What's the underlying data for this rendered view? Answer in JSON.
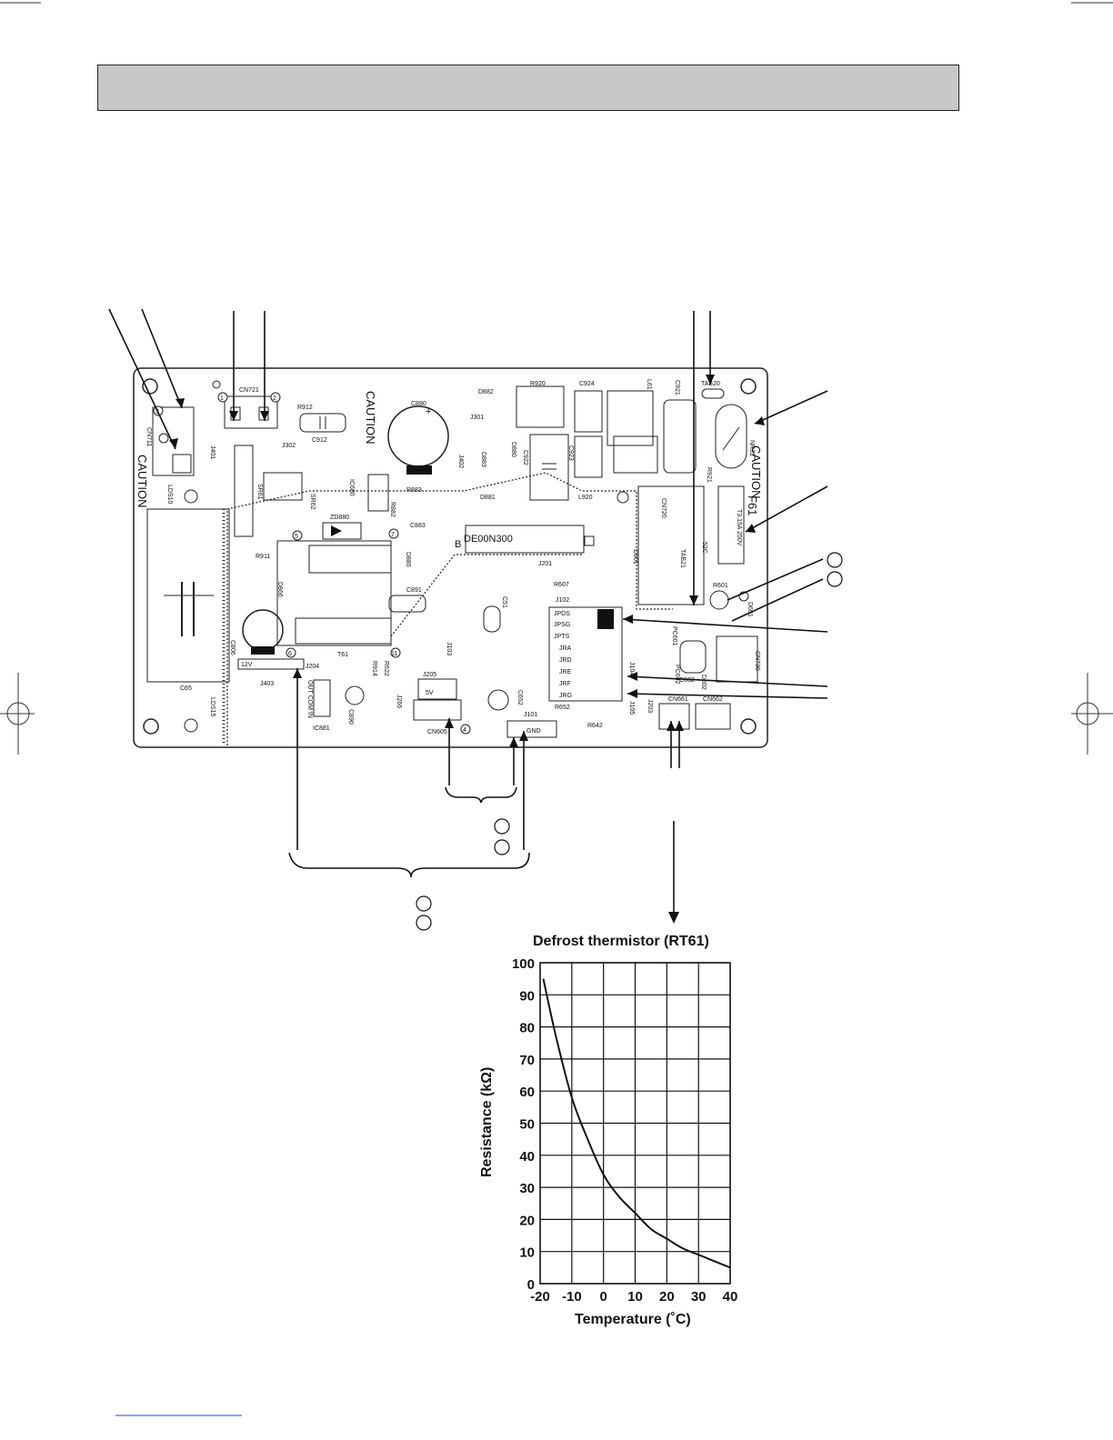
{
  "board": {
    "part_number": "DE00N300",
    "caution_texts": [
      "CAUTION",
      "CAUTION",
      "CAUTION"
    ],
    "fuse_text": "F61",
    "fuse_rating": "T3.15A 250V",
    "jumper_labels": [
      "JPDS",
      "JPSG",
      "JPTS",
      "JRA",
      "JRD",
      "JRE",
      "JRF",
      "JRG"
    ],
    "pin_12v": "12V",
    "pin_5v": "5V",
    "pin_gnd": "GND",
    "labels": {
      "cn721": "CN721",
      "r912": "R912",
      "c912": "C912",
      "cn711": "CN711",
      "j401": "J401",
      "lds10": "LDS10",
      "j302": "J302",
      "sr61": "SR61",
      "sr62": "SR62",
      "ic680": "IC680",
      "c880": "C880",
      "r883": "R883",
      "r882": "R882",
      "c883": "C883",
      "zd880": "ZD880",
      "d885": "D885",
      "d866": "D866",
      "r911": "R911",
      "c891": "C891",
      "t61": "T61",
      "c806": "C806",
      "j204": "J204",
      "j403": "J403",
      "c65": "C65",
      "lds15": "LDS15",
      "out_com_in": "OUT COM IN",
      "ic881": "IC881",
      "c890": "C890",
      "r914": "R914",
      "r622": "R622",
      "j266": "J266",
      "j205": "J205",
      "cn605": "CN605",
      "j103": "J103",
      "c652": "C652",
      "j101": "J101",
      "c51": "C51",
      "d882": "D882",
      "j301": "J301",
      "j402": "J402",
      "d883": "D883",
      "d880": "D880",
      "d881": "D881",
      "r920": "R920",
      "c922": "C922",
      "c924": "C924",
      "c923": "C923",
      "l61": "L61",
      "c921": "C921",
      "l920": "L920",
      "b": "B",
      "j201": "J201",
      "cn720": "CN720",
      "d901": "D901",
      "tab21": "TAB21",
      "52c": "52C",
      "tab20": "TAB20",
      "nr61": "NR61",
      "r921": "R921",
      "r607": "R607",
      "j102": "J102",
      "r601": "R601",
      "d601": "D601",
      "pc601": "PC601",
      "c602": "C602",
      "cn730": "CN730",
      "j104": "J104",
      "j105": "J105",
      "pc602": "PC602",
      "d602": "D602",
      "j203": "J203",
      "r652": "R652",
      "r642": "R642",
      "cn661": "CN661",
      "cn662": "CN662"
    },
    "pin_numbers": [
      "1",
      "2",
      "3",
      "5",
      "6",
      "7",
      "11",
      "4"
    ]
  },
  "chart_data": {
    "type": "line",
    "title": "Defrost thermistor  (RT61)",
    "xlabel": "Temperature  (˚C)",
    "ylabel": "Resistance  (kΩ)",
    "xlim": [
      -20,
      40
    ],
    "ylim": [
      0,
      100
    ],
    "x_ticks": [
      "-20",
      "-10",
      "0",
      "10",
      "20",
      "30",
      "40"
    ],
    "y_ticks": [
      "0",
      "10",
      "20",
      "30",
      "40",
      "50",
      "60",
      "70",
      "80",
      "90",
      "100"
    ],
    "grid": true,
    "series": [
      {
        "x": [
          -19,
          -15,
          -10,
          -5,
          0,
          5,
          10,
          15,
          20,
          25,
          30,
          35,
          40
        ],
        "y": [
          95,
          77,
          58,
          45,
          34,
          27,
          22,
          17,
          14,
          11,
          9,
          7,
          5
        ]
      }
    ]
  }
}
